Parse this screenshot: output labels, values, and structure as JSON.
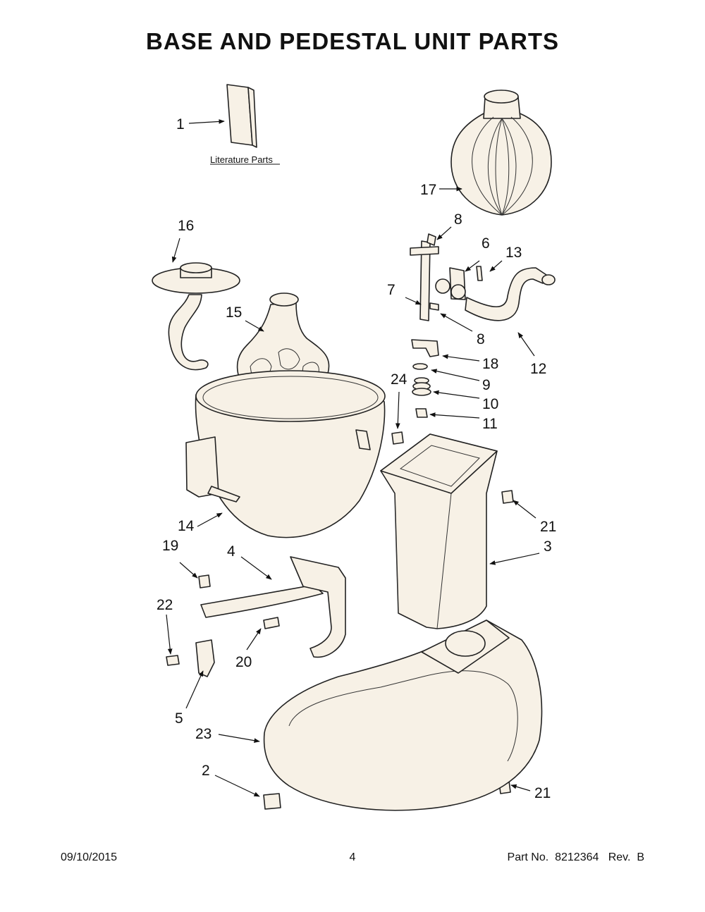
{
  "page": {
    "title": "BASE AND PEDESTAL UNIT PARTS",
    "footer": {
      "date": "09/10/2015",
      "page_number": "4",
      "part_info": "Part No.  8212364   Rev.  B"
    }
  },
  "diagram": {
    "literature_label": "Literature Parts",
    "callouts": {
      "c1": "1",
      "c2": "2",
      "c3": "3",
      "c4": "4",
      "c5": "5",
      "c6": "6",
      "c7": "7",
      "c8a": "8",
      "c8b": "8",
      "c9": "9",
      "c10": "10",
      "c11": "11",
      "c12": "12",
      "c13": "13",
      "c14": "14",
      "c15": "15",
      "c16": "16",
      "c17": "17",
      "c18": "18",
      "c19": "19",
      "c20": "20",
      "c21a": "21",
      "c21b": "21",
      "c22": "22",
      "c23": "23",
      "c24": "24"
    }
  }
}
